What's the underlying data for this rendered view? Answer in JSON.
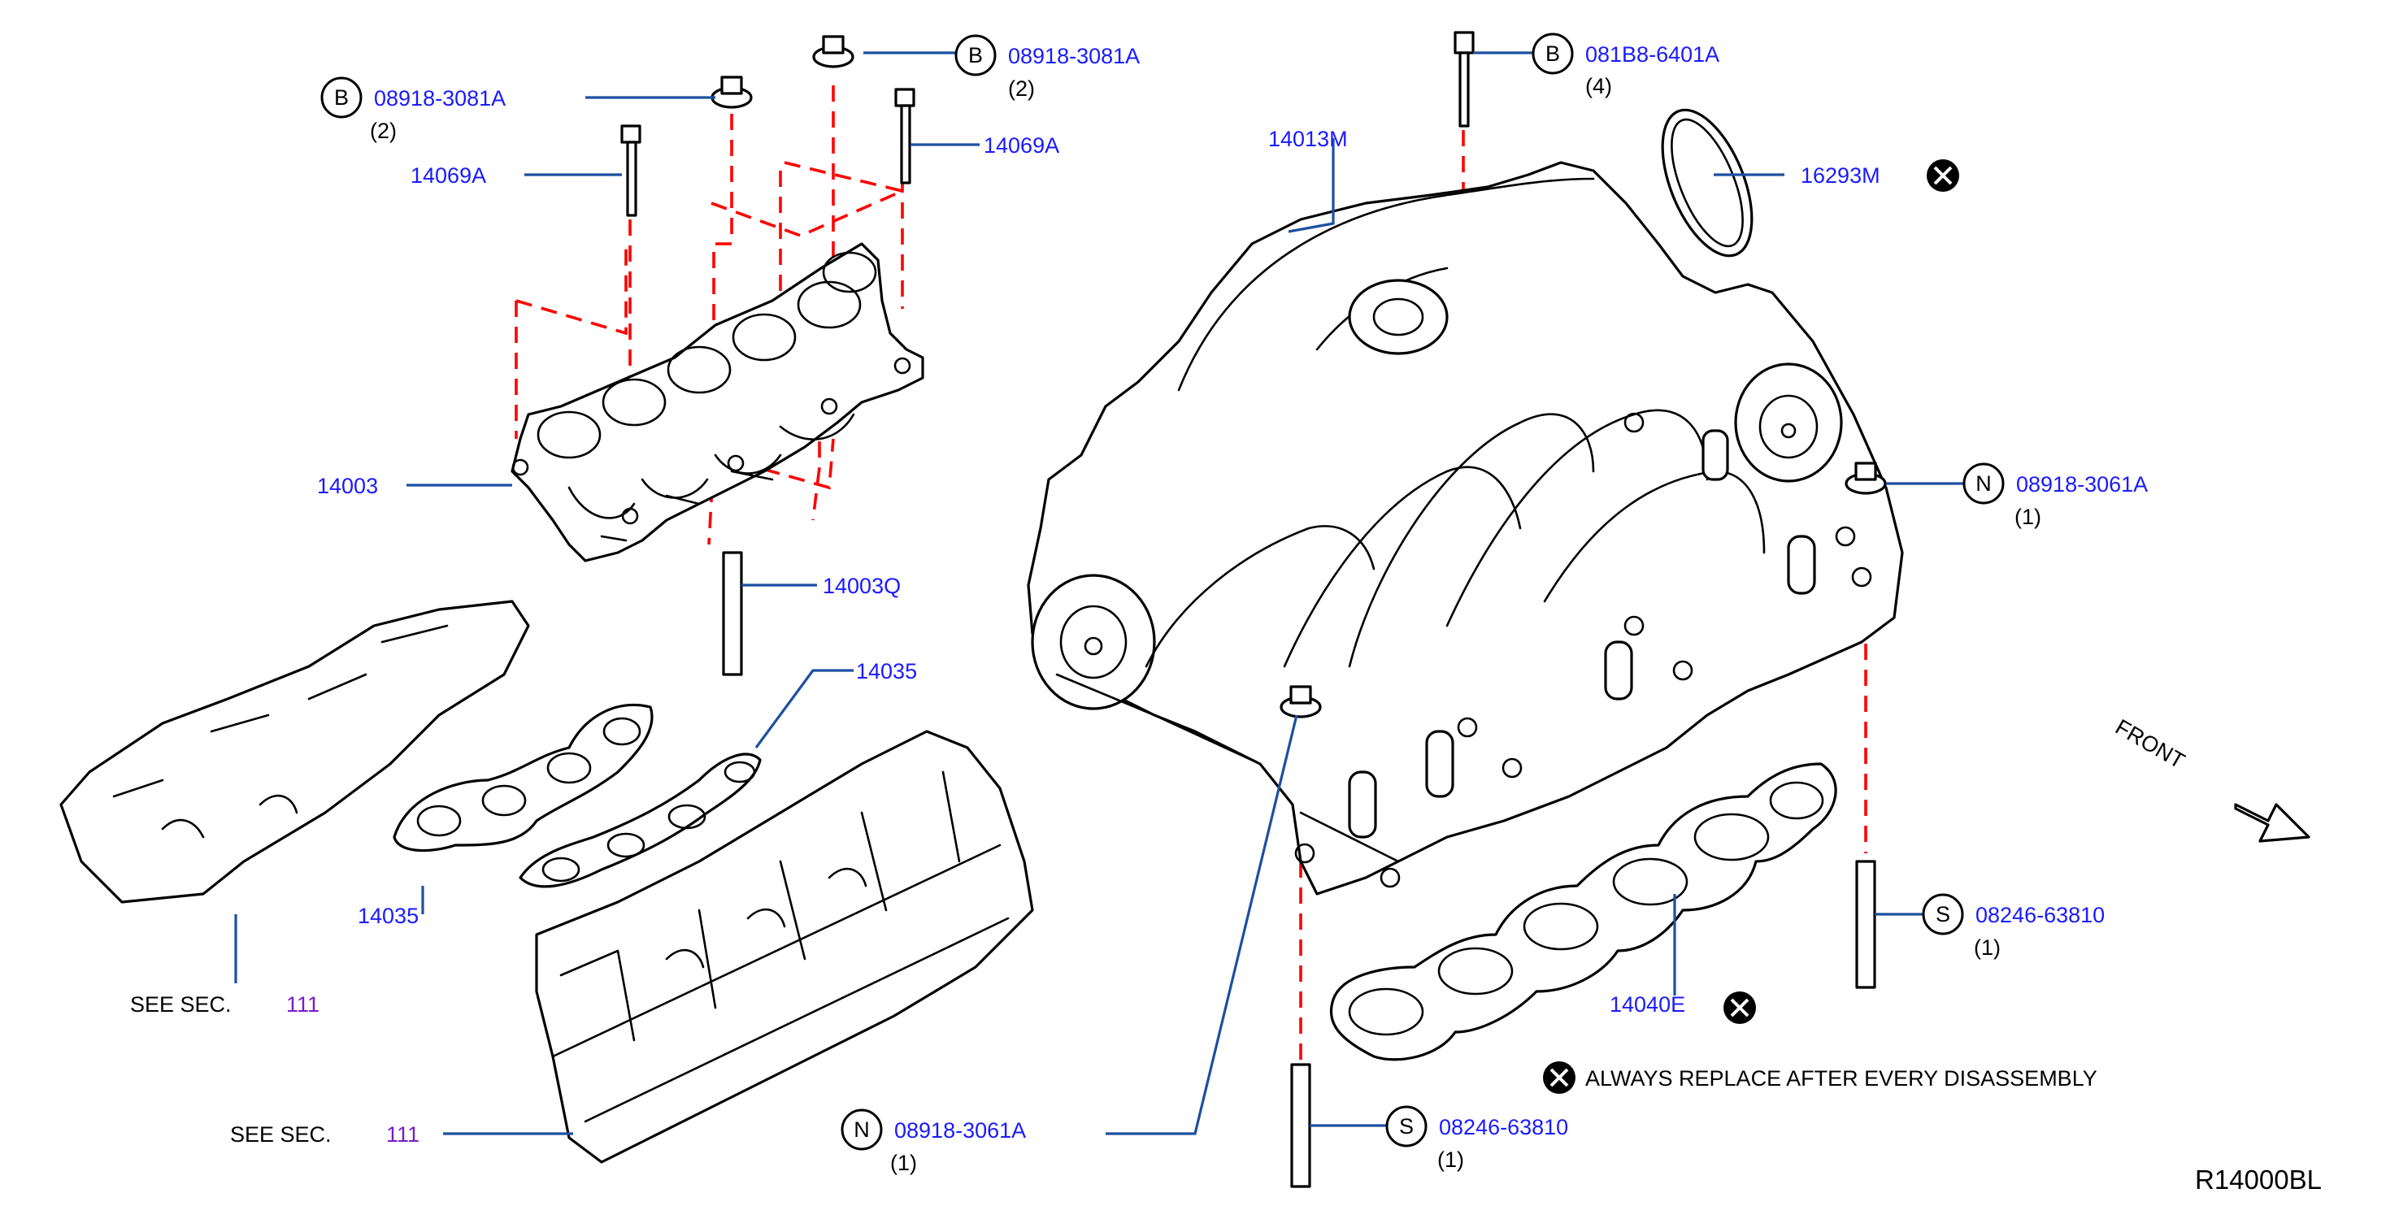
{
  "colors": {
    "part_number": "#1a1aff",
    "section_number": "#7a1ac8",
    "leader_line": "#1d4fa0",
    "dashed_guide": "#ff0000",
    "outline": "#000000"
  },
  "callouts": {
    "b_left": {
      "symbol": "B",
      "part": "08918-3081A",
      "qty": "(2)"
    },
    "b_top": {
      "symbol": "B",
      "part": "08918-3081A",
      "qty": "(2)"
    },
    "b_right": {
      "symbol": "B",
      "part": "081B8-6401A",
      "qty": "(4)"
    },
    "n_right": {
      "symbol": "N",
      "part": "08918-3061A",
      "qty": "(1)"
    },
    "n_bottom": {
      "symbol": "N",
      "part": "08918-3061A",
      "qty": "(1)"
    },
    "s_right": {
      "symbol": "S",
      "part": "08246-63810",
      "qty": "(1)"
    },
    "s_bottom": {
      "symbol": "S",
      "part": "08246-63810",
      "qty": "(1)"
    }
  },
  "labels": {
    "bolt_left": "14069A",
    "bolt_right": "14069A",
    "lower_manifold": "14003",
    "stud": "14003Q",
    "gasket_upper": "14035",
    "gasket_lower": "14035",
    "upper_manifold": "14013M",
    "throttle_gasket": "16293M",
    "intake_gasket": "14040E"
  },
  "see_sec": [
    {
      "prefix": "SEE  SEC.",
      "number": "111"
    },
    {
      "prefix": "SEE  SEC.",
      "number": "111"
    }
  ],
  "front_label": "FRONT",
  "legend": {
    "icon": "replace-x-icon",
    "text": "ALWAYS  REPLACE  AFTER  EVERY  DISASSEMBLY"
  },
  "diagram_id": "R14000BL"
}
